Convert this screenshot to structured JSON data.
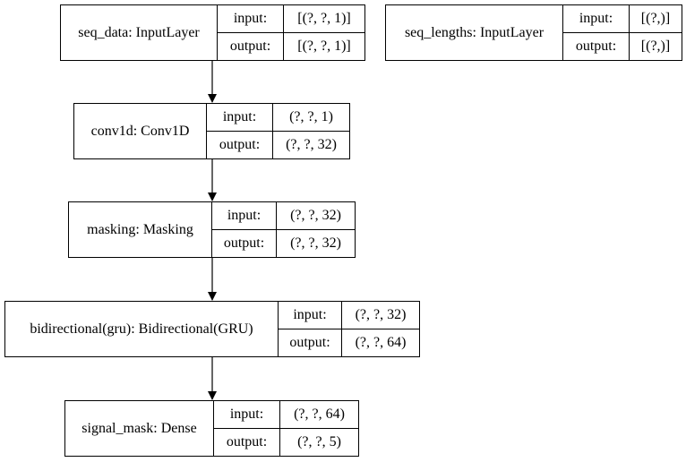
{
  "layers": [
    {
      "id": "seq_data",
      "name": "seq_data: InputLayer",
      "input_label": "input:",
      "output_label": "output:",
      "input": "[(?, ?, 1)]",
      "output": "[(?, ?, 1)]"
    },
    {
      "id": "seq_lengths",
      "name": "seq_lengths: InputLayer",
      "input_label": "input:",
      "output_label": "output:",
      "input": "[(?,)]",
      "output": "[(?,)]"
    },
    {
      "id": "conv1d",
      "name": "conv1d: Conv1D",
      "input_label": "input:",
      "output_label": "output:",
      "input": "(?, ?, 1)",
      "output": "(?, ?, 32)"
    },
    {
      "id": "masking",
      "name": "masking: Masking",
      "input_label": "input:",
      "output_label": "output:",
      "input": "(?, ?, 32)",
      "output": "(?, ?, 32)"
    },
    {
      "id": "bidirectional",
      "name": "bidirectional(gru): Bidirectional(GRU)",
      "input_label": "input:",
      "output_label": "output:",
      "input": "(?, ?, 32)",
      "output": "(?, ?, 64)"
    },
    {
      "id": "signal_mask",
      "name": "signal_mask: Dense",
      "input_label": "input:",
      "output_label": "output:",
      "input": "(?, ?, 64)",
      "output": "(?, ?, 5)"
    }
  ],
  "edges": [
    [
      "seq_data",
      "conv1d"
    ],
    [
      "conv1d",
      "masking"
    ],
    [
      "masking",
      "bidirectional"
    ],
    [
      "bidirectional",
      "signal_mask"
    ]
  ]
}
